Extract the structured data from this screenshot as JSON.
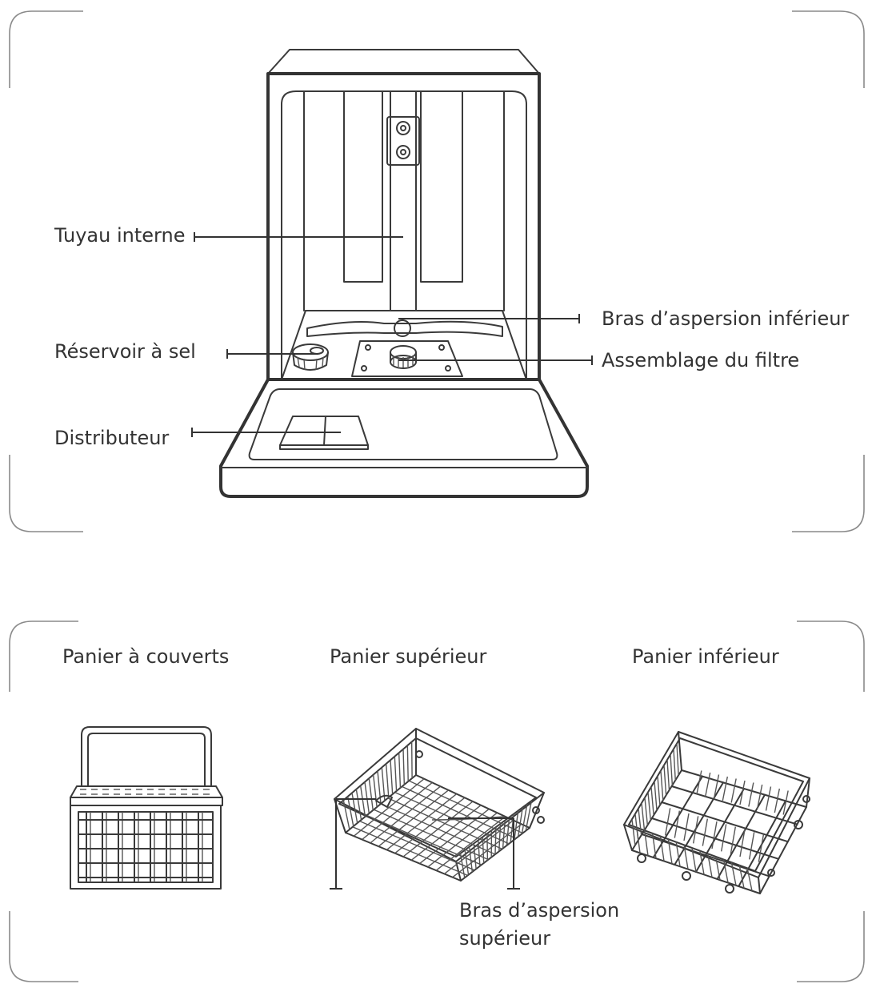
{
  "dishwasher_labels": {
    "internal_pipe": "Tuyau interne",
    "lower_spray_arm": "Bras d’aspersion inférieur",
    "salt_container": "Réservoir à sel",
    "filter_assembly": "Assemblage du filtre",
    "dispenser": "Distributeur"
  },
  "baskets": {
    "cutlery_basket": "Panier à couverts",
    "upper_basket": "Panier supérieur",
    "lower_basket": "Panier inférieur",
    "upper_spray_arm_line1": "Bras d’aspersion",
    "upper_spray_arm_line2": "supérieur"
  }
}
